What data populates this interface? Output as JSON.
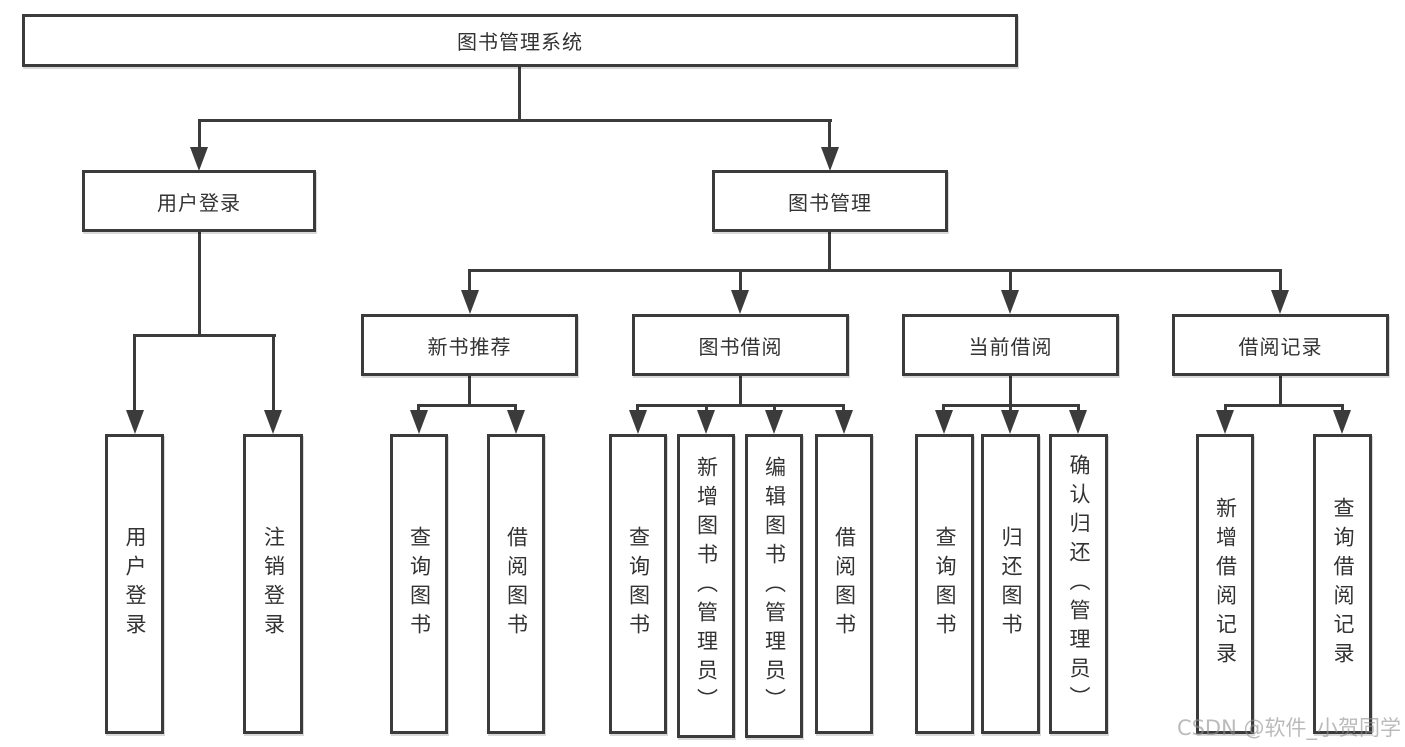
{
  "diagram_title": "图书管理系统",
  "nodes": {
    "root": "图书管理系统",
    "level2": {
      "user_login": "用户登录",
      "book_mgmt": "图书管理"
    },
    "level3": {
      "new_book": "新书推荐",
      "book_borrow": "图书借阅",
      "current_borrow": "当前借阅",
      "borrow_record": "借阅记录"
    },
    "level4": {
      "user_login": [
        "用户登录",
        "注销登录"
      ],
      "new_book": [
        "查询图书",
        "借阅图书"
      ],
      "book_borrow": [
        "查询图书",
        "新增图书（管理员）",
        "编辑图书（管理员）",
        "借阅图书"
      ],
      "current_borrow": [
        "查询图书",
        "归还图书",
        "确认归还（管理员）"
      ],
      "borrow_record": [
        "新增借阅记录",
        "查询借阅记录"
      ]
    }
  },
  "watermark": "CSDN @软件_小贺同学",
  "colors": {
    "line": "#3b3b3b",
    "text": "#333333",
    "box_fill": "#ffffff",
    "watermark": "#919191",
    "background": "#ffffff"
  }
}
